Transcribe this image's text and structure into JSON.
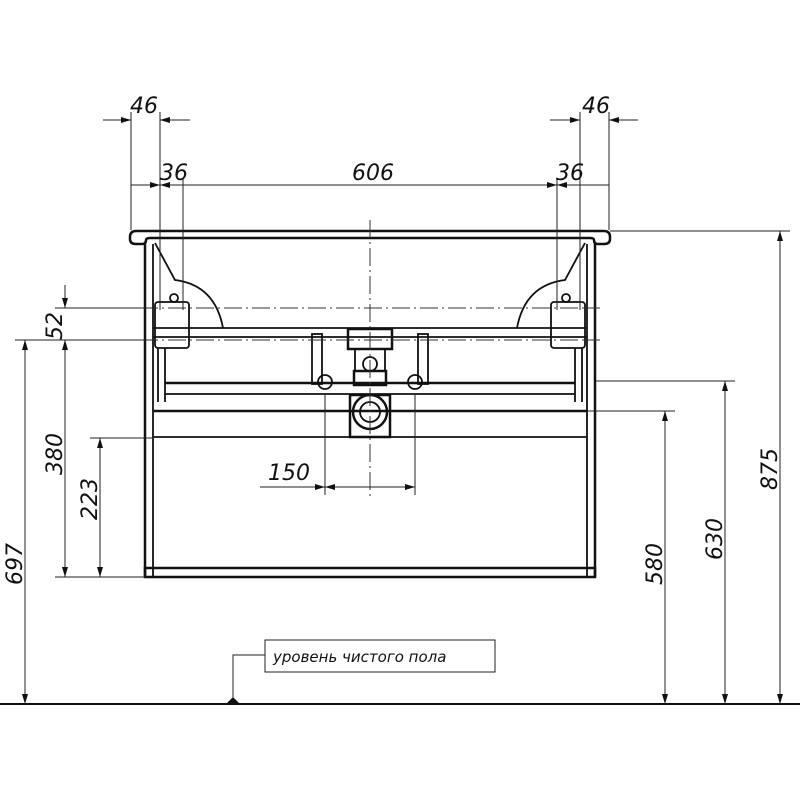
{
  "dimensions": {
    "top_left_overhang": "46",
    "top_right_overhang": "46",
    "left_bracket": "36",
    "right_bracket": "36",
    "bracket_span": "606",
    "bracket_height": "52",
    "bracket_from_bottom": "380",
    "drawer_height": "223",
    "drain_spacing": "150",
    "bracket_from_floor": "697",
    "drawer_top_from_floor": "580",
    "drain_from_floor": "630",
    "total_height": "875"
  },
  "floor_label": "уровень чистого пола"
}
